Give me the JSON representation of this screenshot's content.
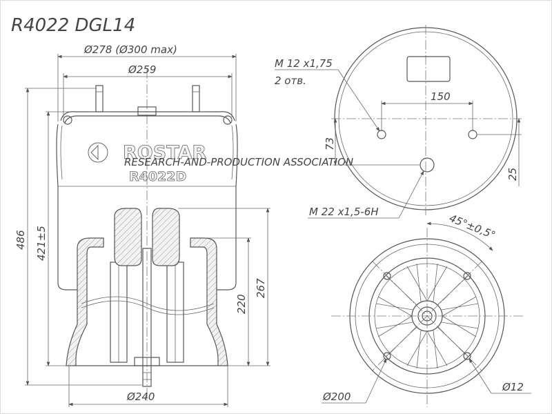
{
  "title": "R4022 DGL14",
  "brand": {
    "name": "ROSTAR",
    "tagline": "RESEARCH-AND-PRODUCTION ASSOCIATION",
    "model": "R4022D"
  },
  "dimensions": {
    "outer_diameter": "Ø278 (Ø300 max)",
    "top_plate_diameter": "Ø259",
    "height_total": "486",
    "height_nominal": "421±5",
    "piston_height_267": "267",
    "piston_height_220": "220",
    "piston_diameter": "Ø240",
    "thread_m12": "M 12 x1,75",
    "thread_count": "2 отв.",
    "bolt_spacing": "150",
    "offset_73": "73",
    "offset_25": "25",
    "thread_m22": "M 22 x1,5-6H",
    "angle": "45°±0,5°",
    "bottom_circle_diameter": "Ø200",
    "hole_diameter": "Ø12"
  }
}
